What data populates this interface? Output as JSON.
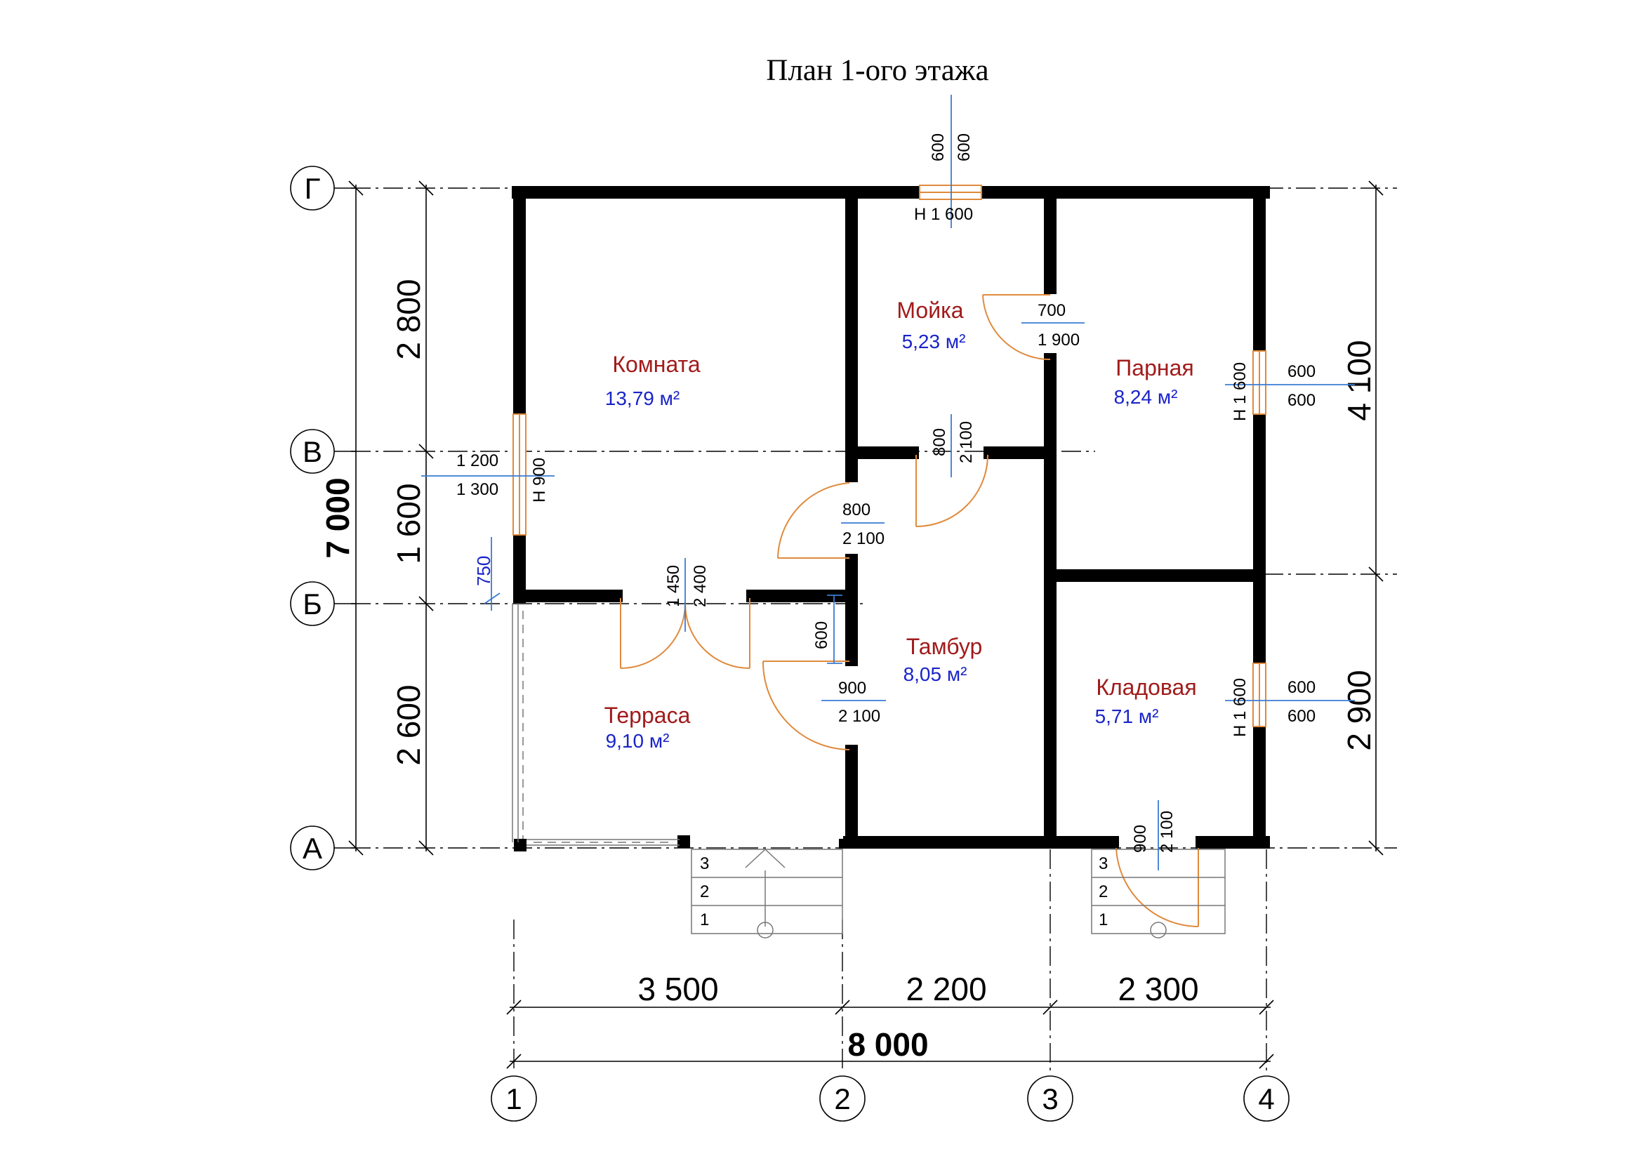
{
  "title": "План 1-ого этажа",
  "rooms": [
    {
      "name": "Комната",
      "area": "13,79 м²"
    },
    {
      "name": "Мойка",
      "area": "5,23 м²"
    },
    {
      "name": "Парная",
      "area": "8,24 м²"
    },
    {
      "name": "Тамбур",
      "area": "8,05 м²"
    },
    {
      "name": "Терраса",
      "area": "9,10 м²"
    },
    {
      "name": "Кладовая",
      "area": "5,71 м²"
    }
  ],
  "axes": {
    "letters": [
      "Г",
      "В",
      "Б",
      "А"
    ],
    "numbers": [
      "1",
      "2",
      "3",
      "4"
    ]
  },
  "dimensions": {
    "left": [
      "2 800",
      "1 600",
      "2 600"
    ],
    "left_total": "7 000",
    "right": [
      "4 100",
      "2 900"
    ],
    "bottom": [
      "3 500",
      "2 200",
      "2 300"
    ],
    "bottom_total": "8 000",
    "terrace_offset": "750"
  },
  "openings": {
    "top_window": {
      "w": "600",
      "h": "600",
      "sill": "Н  1 600"
    },
    "left_window": {
      "w": "1 200",
      "h": "1 300",
      "sill": "Н  900"
    },
    "parnaya_window": {
      "w": "600",
      "h": "600",
      "sill": "Н  1 600"
    },
    "kladovaya_window": {
      "w": "600",
      "h": "600",
      "sill": "Н  1 600"
    },
    "moyka_door": {
      "w": "700",
      "h": "1 900"
    },
    "inner_door": {
      "w": "800",
      "h": "2 100"
    },
    "komnata_door": {
      "w": "800",
      "h": "2 100"
    },
    "terrace_door": {
      "w": "1 450",
      "h": "2 400"
    },
    "tambur_door": {
      "w": "900",
      "h": "2 100"
    },
    "tambur_offset": "600",
    "kladovaya_door": {
      "w": "900",
      "h": "2 100"
    }
  },
  "stairs": {
    "steps": [
      "3",
      "2",
      "1"
    ]
  }
}
